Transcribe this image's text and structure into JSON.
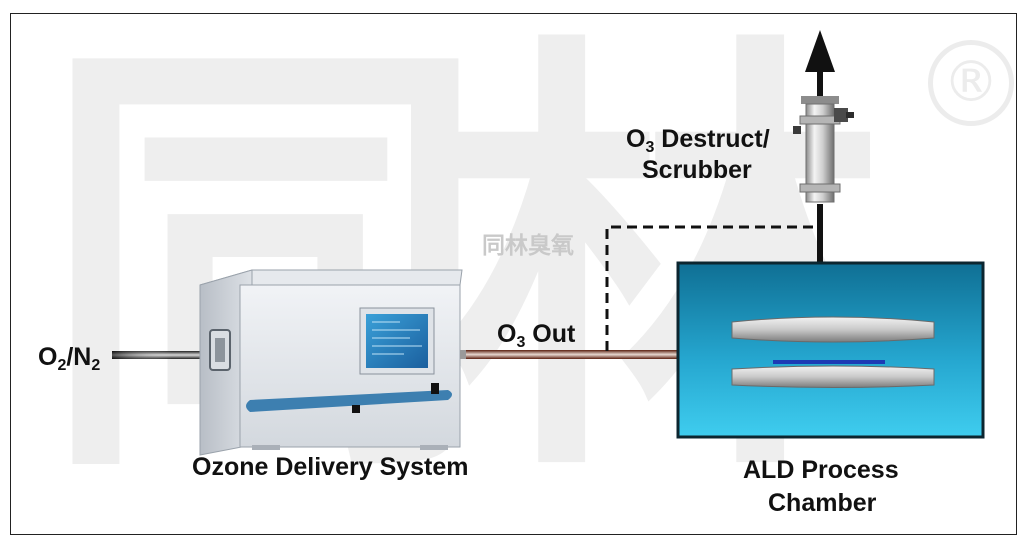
{
  "watermark": {
    "char_left": "同",
    "char_right": "林",
    "registered": "®",
    "text": "同林臭氧"
  },
  "labels": {
    "o2n2": {
      "main": "O",
      "sub1": "2",
      "slash": "/N",
      "sub2": "2"
    },
    "o3out": {
      "main": "O",
      "sub": "3",
      "rest": " Out"
    },
    "destruct_line1": {
      "main": "O",
      "sub": "3",
      "rest": " Destruct/"
    },
    "destruct_line2": "Scrubber",
    "ozone_system": "Ozone Delivery System",
    "ald_line1": "ALD Process",
    "ald_line2": "Chamber"
  },
  "colors": {
    "frame": "#222222",
    "chamber_top": "#0f6f94",
    "chamber_bottom": "#38c7ec",
    "wafer_bar": "#1c3bb5",
    "tube": "#8a3a26",
    "stripe": "#3d7fb0"
  }
}
